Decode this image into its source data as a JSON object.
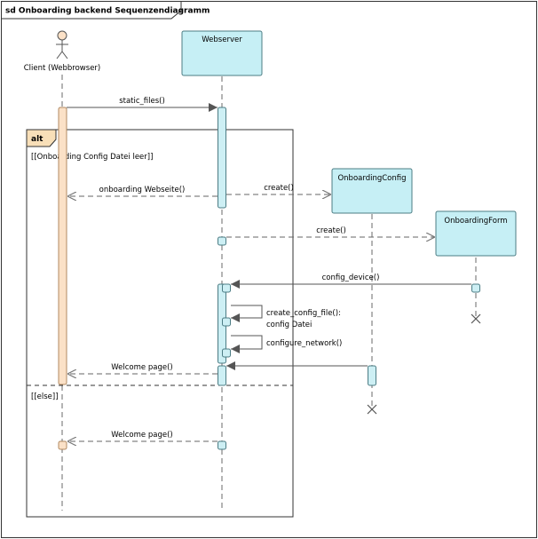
{
  "diagram": {
    "title": "sd Onboarding backend Sequenzendiagramm",
    "actor": {
      "label": "Client (Webbrowser)"
    },
    "lifelines": {
      "webserver": "Webserver",
      "onboarding_config": "OnboardingConfig",
      "onboarding_form": "OnboardingForm"
    },
    "fragment": {
      "operator": "alt",
      "guard_1": "[[Onboarding Config Datei leer]]",
      "guard_2": "[[else]]"
    },
    "messages": {
      "static_files": "static_files()",
      "onboarding_webseite": "onboarding Webseite()",
      "create_config": "create()",
      "create_form": "create()",
      "config_device": "config_device()",
      "create_config_file_1": "create_config_file():",
      "create_config_file_2": "config Datei",
      "configure_network": "configure_network()",
      "welcome_page_1": "Welcome page()",
      "welcome_page_2": "Welcome page()"
    }
  }
}
